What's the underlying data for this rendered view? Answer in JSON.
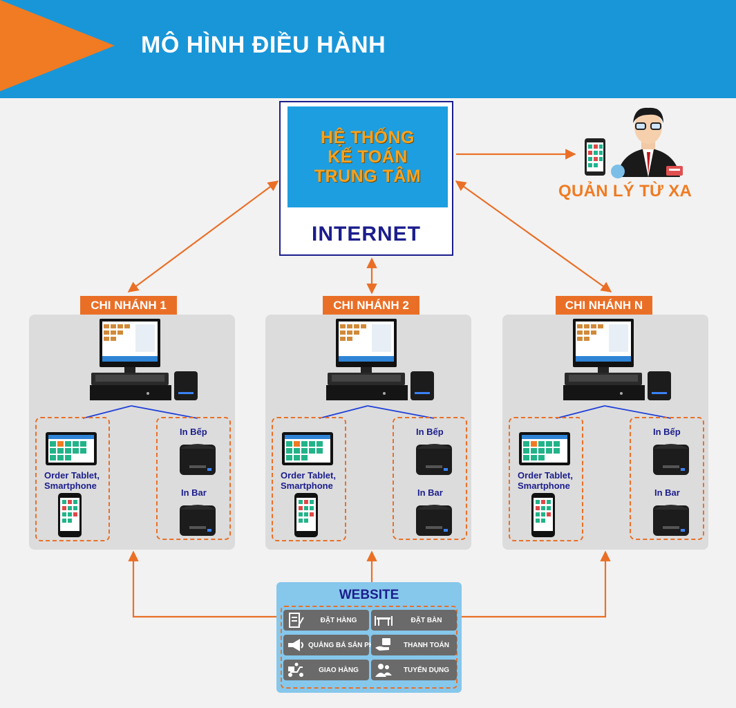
{
  "header": {
    "title": "MÔ HÌNH ĐIỀU HÀNH"
  },
  "central": {
    "lines": [
      "HỆ THỐNG",
      "KẾ TOÁN",
      "TRUNG TÂM"
    ],
    "network": "INTERNET"
  },
  "remote": {
    "label": "QUẢN LÝ TỪ XA"
  },
  "branches": [
    {
      "label": "CHI NHÁNH 1",
      "tablet_line1": "Order Tablet,",
      "tablet_line2": "Smartphone",
      "kitchen": "In Bếp",
      "bar": "In Bar"
    },
    {
      "label": "CHI NHÁNH 2",
      "tablet_line1": "Order Tablet,",
      "tablet_line2": "Smartphone",
      "kitchen": "In Bếp",
      "bar": "In Bar"
    },
    {
      "label": "CHI NHÁNH N",
      "tablet_line1": "Order Tablet,",
      "tablet_line2": "Smartphone",
      "kitchen": "In Bếp",
      "bar": "In Bar"
    }
  ],
  "website": {
    "title": "WEBSITE",
    "items": [
      {
        "label": "ĐẶT HÀNG",
        "icon": "order-form-icon"
      },
      {
        "label": "ĐẶT BÀN",
        "icon": "table-icon"
      },
      {
        "label": "QUẢNG BÁ SẢN PHẨM",
        "icon": "megaphone-icon"
      },
      {
        "label": "THANH TOÁN",
        "icon": "payment-hand-icon"
      },
      {
        "label": "GIAO HÀNG",
        "icon": "delivery-scooter-icon"
      },
      {
        "label": "TUYỂN DỤNG",
        "icon": "people-icon"
      }
    ]
  },
  "colors": {
    "header_blue": "#1996d8",
    "accent_orange": "#ea6f26",
    "navy": "#1b1d8c",
    "website_blue": "#86c7ec"
  }
}
